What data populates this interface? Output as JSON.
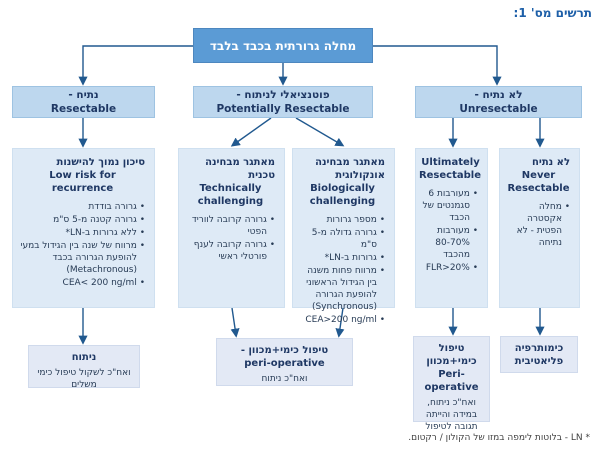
{
  "caption": "תרשים מס' 1:",
  "root": {
    "label": "מחלה גרורתית בכבד בלבד"
  },
  "branches": {
    "resectable": {
      "he": "נתיח -",
      "en": "Resectable"
    },
    "potentially": {
      "he": "פוטנציאלי לניתוח -",
      "en": "Potentially Resectable"
    },
    "unresectable": {
      "he": "לא נתיח -",
      "en": "Unresectable"
    }
  },
  "boxes": {
    "low_risk": {
      "title_he": "סיכון נמוך להישנות",
      "title_en": "Low risk for recurrence",
      "bullets": [
        "גרורה בודדת",
        "גרורה קטנה מ-5 ס\"מ",
        "ללא גרורות ב-LN*",
        "מרווח של שנה בין הגידול במעי להופעת הגרורה בכבד (Metachronous)",
        "CEA< 200 ng/ml"
      ]
    },
    "technical": {
      "title_he": "מאתגר מבחינה טכנית",
      "title_en": "Technically challenging",
      "bullets": [
        "גרורה קרובה לווריד הפטי",
        "גרורה קרובה לענף פורטלי ראשי"
      ]
    },
    "biological": {
      "title_he": "מאתגר מבחינה אונקולוגית",
      "title_en": "Biologically challenging",
      "bullets": [
        "מספר גרורות",
        "גרורה גדולה מ-5 ס\"מ",
        "גרורות ב-LN*",
        "מרווח פחות משנה בין הגידול הראשוני להופעת הגרורה (Synchronous)",
        "CEA>200 ng/ml"
      ]
    },
    "ultimately": {
      "title_en": "Ultimately Resectable",
      "bullets": [
        "מעורבות 6 סגמנטים של הכבד",
        "מעורבות 80-70% מהכבד",
        "FLR>20%"
      ]
    },
    "never": {
      "title_he": "לא נתיח",
      "title_en": "Never Resectable",
      "bullets": [
        "מחלה אקסטרה הפטית - לא נתיחה"
      ]
    }
  },
  "outcomes": {
    "surgery": {
      "title": "ניתוח",
      "sub": "ואח\"כ לשקול טיפול כימי משלים"
    },
    "periop_mid": {
      "title_he": "טיפול כימי+מכוון -",
      "title_en": "peri-operative",
      "sub": "ואח\"כ ניתוח"
    },
    "periop_right": {
      "title_he": "טיפול כימי+מכוון",
      "title_en": "Peri-operative",
      "sub": "ואח\"כ ניתוח, במידה והייתה תגובה לטיפול"
    },
    "palliative": {
      "title": "כימותרפיה פליאטיבית"
    }
  },
  "footnote": "* LN - בלוטות לימפה במזו של הקולון / רקטום.",
  "colors": {
    "root_fill": "#5b9bd5",
    "header_fill": "#bdd7ee",
    "detail_fill": "#deeaf6",
    "outcome_fill": "#e3e9f5",
    "arrow": "#21598f",
    "text_dark": "#1f3864",
    "caption": "#1d5fa8"
  }
}
